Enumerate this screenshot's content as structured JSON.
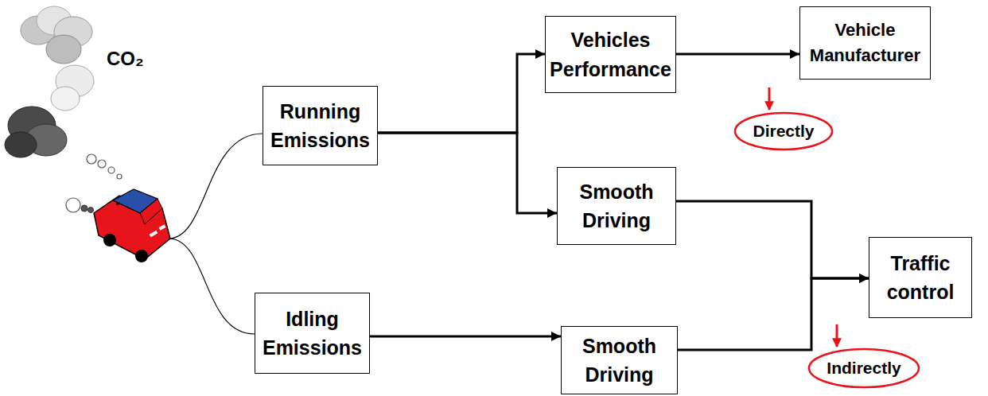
{
  "diagram": {
    "nodes": [
      {
        "text": [
          "Running Emissions"
        ]
      },
      {
        "text": [
          "Vehicles Performance"
        ]
      },
      {
        "text": [
          "Vehicle Manufacturer"
        ]
      },
      {
        "text": [
          "Directly"
        ]
      },
      {
        "text": [
          "Smooth Driving"
        ]
      },
      {
        "text": [
          "Idling Emissions"
        ]
      },
      {
        "text": [
          "Smooth Driving"
        ]
      },
      {
        "text": [
          "Traffic control"
        ]
      },
      {
        "text": [
          "Indirectly"
        ]
      }
    ],
    "edges": [
      {
        "from": 0,
        "to": 1,
        "arrow": "to"
      },
      {
        "from": 0,
        "to": 4,
        "arrow": "to"
      },
      {
        "from": 1,
        "to": 2,
        "arrow": "to"
      },
      {
        "from": 5,
        "to": 6,
        "arrow": "to"
      },
      {
        "from": 4,
        "to": 7,
        "arrow": "to"
      },
      {
        "from": 6,
        "to": 7,
        "arrow": "to"
      }
    ],
    "labels": [
      "CO₂"
    ]
  }
}
